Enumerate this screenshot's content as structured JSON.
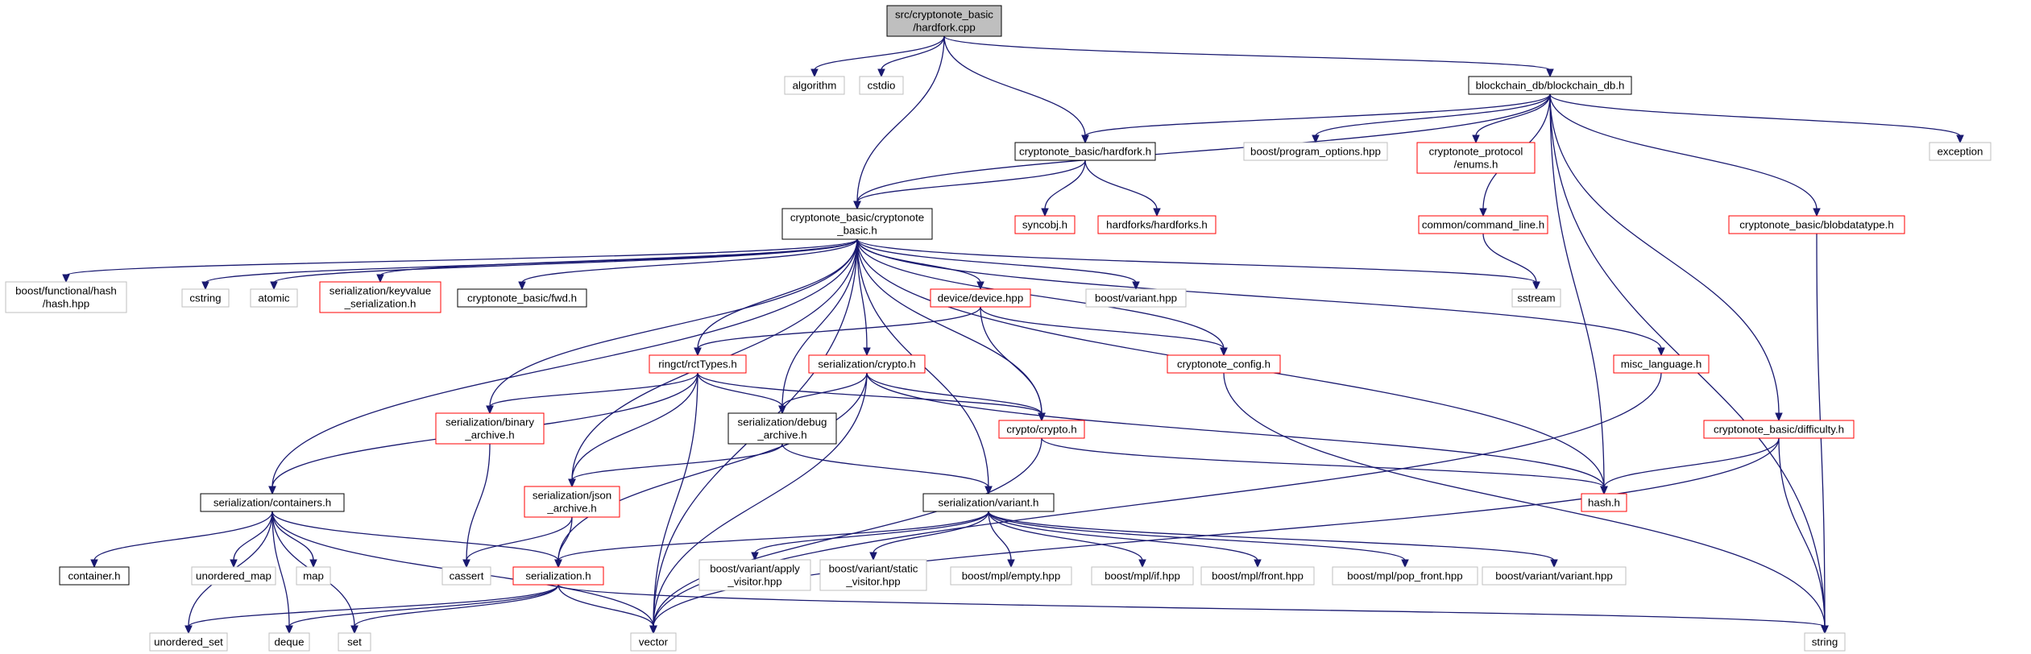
{
  "colors": {
    "edge": "#191970",
    "root_fill": "#bfbfbf",
    "documented_border": "#000000",
    "incomplete_border": "#ff0000",
    "external_border": "#bfbfbf"
  },
  "nodes": [
    {
      "id": "hardfork_cpp",
      "lines": [
        "src/cryptonote_basic",
        "/hardfork.cpp"
      ],
      "kind": "root"
    },
    {
      "id": "algorithm",
      "lines": [
        "algorithm"
      ],
      "kind": "gray"
    },
    {
      "id": "cstdio",
      "lines": [
        "cstdio"
      ],
      "kind": "gray"
    },
    {
      "id": "blockchain_db",
      "lines": [
        "blockchain_db/blockchain_db.h"
      ],
      "kind": "doc"
    },
    {
      "id": "hardfork_h",
      "lines": [
        "cryptonote_basic/hardfork.h"
      ],
      "kind": "doc"
    },
    {
      "id": "program_options",
      "lines": [
        "boost/program_options.hpp"
      ],
      "kind": "gray"
    },
    {
      "id": "protocol_enums",
      "lines": [
        "cryptonote_protocol",
        "/enums.h"
      ],
      "kind": "red"
    },
    {
      "id": "exception",
      "lines": [
        "exception"
      ],
      "kind": "gray"
    },
    {
      "id": "cryptonote_basic_h",
      "lines": [
        "cryptonote_basic/cryptonote",
        "_basic.h"
      ],
      "kind": "doc"
    },
    {
      "id": "syncobj",
      "lines": [
        "syncobj.h"
      ],
      "kind": "red"
    },
    {
      "id": "hardforks",
      "lines": [
        "hardforks/hardforks.h"
      ],
      "kind": "red"
    },
    {
      "id": "command_line",
      "lines": [
        "common/command_line.h"
      ],
      "kind": "red"
    },
    {
      "id": "blobdatatype",
      "lines": [
        "cryptonote_basic/blobdatatype.h"
      ],
      "kind": "red"
    },
    {
      "id": "func_hash",
      "lines": [
        "boost/functional/hash",
        "/hash.hpp"
      ],
      "kind": "gray"
    },
    {
      "id": "cstring",
      "lines": [
        "cstring"
      ],
      "kind": "gray"
    },
    {
      "id": "atomic",
      "lines": [
        "atomic"
      ],
      "kind": "gray"
    },
    {
      "id": "keyvalue",
      "lines": [
        "serialization/keyvalue",
        "_serialization.h"
      ],
      "kind": "red"
    },
    {
      "id": "fwd",
      "lines": [
        "cryptonote_basic/fwd.h"
      ],
      "kind": "doc"
    },
    {
      "id": "device",
      "lines": [
        "device/device.hpp"
      ],
      "kind": "red"
    },
    {
      "id": "boost_variant",
      "lines": [
        "boost/variant.hpp"
      ],
      "kind": "gray"
    },
    {
      "id": "sstream",
      "lines": [
        "sstream"
      ],
      "kind": "gray"
    },
    {
      "id": "rcttypes",
      "lines": [
        "ringct/rctTypes.h"
      ],
      "kind": "red"
    },
    {
      "id": "ser_crypto",
      "lines": [
        "serialization/crypto.h"
      ],
      "kind": "red"
    },
    {
      "id": "cn_config",
      "lines": [
        "cryptonote_config.h"
      ],
      "kind": "red"
    },
    {
      "id": "misc_language",
      "lines": [
        "misc_language.h"
      ],
      "kind": "red"
    },
    {
      "id": "binary_archive",
      "lines": [
        "serialization/binary",
        "_archive.h"
      ],
      "kind": "red"
    },
    {
      "id": "debug_archive",
      "lines": [
        "serialization/debug",
        "_archive.h"
      ],
      "kind": "doc"
    },
    {
      "id": "crypto_h",
      "lines": [
        "crypto/crypto.h"
      ],
      "kind": "red"
    },
    {
      "id": "difficulty",
      "lines": [
        "cryptonote_basic/difficulty.h"
      ],
      "kind": "red"
    },
    {
      "id": "containers",
      "lines": [
        "serialization/containers.h"
      ],
      "kind": "doc"
    },
    {
      "id": "json_archive",
      "lines": [
        "serialization/json",
        "_archive.h"
      ],
      "kind": "red"
    },
    {
      "id": "ser_variant",
      "lines": [
        "serialization/variant.h"
      ],
      "kind": "doc"
    },
    {
      "id": "hash_h",
      "lines": [
        "hash.h"
      ],
      "kind": "red"
    },
    {
      "id": "container_h",
      "lines": [
        "container.h"
      ],
      "kind": "doc"
    },
    {
      "id": "unordered_map",
      "lines": [
        "unordered_map"
      ],
      "kind": "gray"
    },
    {
      "id": "map",
      "lines": [
        "map"
      ],
      "kind": "gray"
    },
    {
      "id": "cassert",
      "lines": [
        "cassert"
      ],
      "kind": "gray"
    },
    {
      "id": "serialization_h",
      "lines": [
        "serialization.h"
      ],
      "kind": "red"
    },
    {
      "id": "apply_visitor",
      "lines": [
        "boost/variant/apply",
        "_visitor.hpp"
      ],
      "kind": "gray"
    },
    {
      "id": "static_visitor",
      "lines": [
        "boost/variant/static",
        "_visitor.hpp"
      ],
      "kind": "gray"
    },
    {
      "id": "mpl_empty",
      "lines": [
        "boost/mpl/empty.hpp"
      ],
      "kind": "gray"
    },
    {
      "id": "mpl_if",
      "lines": [
        "boost/mpl/if.hpp"
      ],
      "kind": "gray"
    },
    {
      "id": "mpl_front",
      "lines": [
        "boost/mpl/front.hpp"
      ],
      "kind": "gray"
    },
    {
      "id": "mpl_pop_front",
      "lines": [
        "boost/mpl/pop_front.hpp"
      ],
      "kind": "gray"
    },
    {
      "id": "variant_variant",
      "lines": [
        "boost/variant/variant.hpp"
      ],
      "kind": "gray"
    },
    {
      "id": "unordered_set",
      "lines": [
        "unordered_set"
      ],
      "kind": "gray"
    },
    {
      "id": "deque",
      "lines": [
        "deque"
      ],
      "kind": "gray"
    },
    {
      "id": "set",
      "lines": [
        "set"
      ],
      "kind": "gray"
    },
    {
      "id": "vector",
      "lines": [
        "vector"
      ],
      "kind": "gray"
    },
    {
      "id": "string",
      "lines": [
        "string"
      ],
      "kind": "gray"
    }
  ],
  "edges": [
    [
      "hardfork_cpp",
      "algorithm"
    ],
    [
      "hardfork_cpp",
      "cstdio"
    ],
    [
      "hardfork_cpp",
      "blockchain_db"
    ],
    [
      "hardfork_cpp",
      "hardfork_h"
    ],
    [
      "hardfork_cpp",
      "cryptonote_basic_h"
    ],
    [
      "blockchain_db",
      "exception"
    ],
    [
      "blockchain_db",
      "cryptonote_basic_h"
    ],
    [
      "blockchain_db",
      "hardfork_h"
    ],
    [
      "blockchain_db",
      "program_options"
    ],
    [
      "blockchain_db",
      "protocol_enums"
    ],
    [
      "blockchain_db",
      "command_line"
    ],
    [
      "blockchain_db",
      "blobdatatype"
    ],
    [
      "blockchain_db",
      "difficulty"
    ],
    [
      "blockchain_db",
      "hash_h"
    ],
    [
      "blockchain_db",
      "string"
    ],
    [
      "hardfork_h",
      "cryptonote_basic_h"
    ],
    [
      "hardfork_h",
      "syncobj"
    ],
    [
      "hardfork_h",
      "hardforks"
    ],
    [
      "command_line",
      "sstream"
    ],
    [
      "blobdatatype",
      "string"
    ],
    [
      "cryptonote_basic_h",
      "func_hash"
    ],
    [
      "cryptonote_basic_h",
      "cstring"
    ],
    [
      "cryptonote_basic_h",
      "atomic"
    ],
    [
      "cryptonote_basic_h",
      "keyvalue"
    ],
    [
      "cryptonote_basic_h",
      "fwd"
    ],
    [
      "cryptonote_basic_h",
      "device"
    ],
    [
      "cryptonote_basic_h",
      "boost_variant"
    ],
    [
      "cryptonote_basic_h",
      "sstream"
    ],
    [
      "cryptonote_basic_h",
      "rcttypes"
    ],
    [
      "cryptonote_basic_h",
      "ser_crypto"
    ],
    [
      "cryptonote_basic_h",
      "cn_config"
    ],
    [
      "cryptonote_basic_h",
      "misc_language"
    ],
    [
      "cryptonote_basic_h",
      "binary_archive"
    ],
    [
      "cryptonote_basic_h",
      "debug_archive"
    ],
    [
      "cryptonote_basic_h",
      "crypto_h"
    ],
    [
      "cryptonote_basic_h",
      "containers"
    ],
    [
      "cryptonote_basic_h",
      "json_archive"
    ],
    [
      "cryptonote_basic_h",
      "ser_variant"
    ],
    [
      "cryptonote_basic_h",
      "hash_h"
    ],
    [
      "cryptonote_basic_h",
      "vector"
    ],
    [
      "device",
      "rcttypes"
    ],
    [
      "device",
      "crypto_h"
    ],
    [
      "device",
      "cn_config"
    ],
    [
      "rcttypes",
      "binary_archive"
    ],
    [
      "rcttypes",
      "debug_archive"
    ],
    [
      "rcttypes",
      "crypto_h"
    ],
    [
      "rcttypes",
      "containers"
    ],
    [
      "rcttypes",
      "json_archive"
    ],
    [
      "rcttypes",
      "vector"
    ],
    [
      "ser_crypto",
      "debug_archive"
    ],
    [
      "ser_crypto",
      "crypto_h"
    ],
    [
      "ser_crypto",
      "hash_h"
    ],
    [
      "ser_crypto",
      "serialization_h"
    ],
    [
      "ser_crypto",
      "vector"
    ],
    [
      "cn_config",
      "string"
    ],
    [
      "misc_language",
      "vector"
    ],
    [
      "binary_archive",
      "cassert"
    ],
    [
      "debug_archive",
      "json_archive"
    ],
    [
      "debug_archive",
      "ser_variant"
    ],
    [
      "crypto_h",
      "hash_h"
    ],
    [
      "crypto_h",
      "vector"
    ],
    [
      "difficulty",
      "hash_h"
    ],
    [
      "difficulty",
      "vector"
    ],
    [
      "difficulty",
      "string"
    ],
    [
      "containers",
      "container_h"
    ],
    [
      "containers",
      "unordered_map"
    ],
    [
      "containers",
      "map"
    ],
    [
      "containers",
      "serialization_h"
    ],
    [
      "containers",
      "unordered_set"
    ],
    [
      "containers",
      "deque"
    ],
    [
      "containers",
      "set"
    ],
    [
      "containers",
      "vector"
    ],
    [
      "json_archive",
      "cassert"
    ],
    [
      "json_archive",
      "serialization_h"
    ],
    [
      "ser_variant",
      "serialization_h"
    ],
    [
      "ser_variant",
      "apply_visitor"
    ],
    [
      "ser_variant",
      "static_visitor"
    ],
    [
      "ser_variant",
      "mpl_empty"
    ],
    [
      "ser_variant",
      "mpl_if"
    ],
    [
      "ser_variant",
      "mpl_front"
    ],
    [
      "ser_variant",
      "mpl_pop_front"
    ],
    [
      "ser_variant",
      "variant_variant"
    ],
    [
      "serialization_h",
      "unordered_set"
    ],
    [
      "serialization_h",
      "deque"
    ],
    [
      "serialization_h",
      "set"
    ],
    [
      "serialization_h",
      "vector"
    ],
    [
      "serialization_h",
      "string"
    ]
  ]
}
